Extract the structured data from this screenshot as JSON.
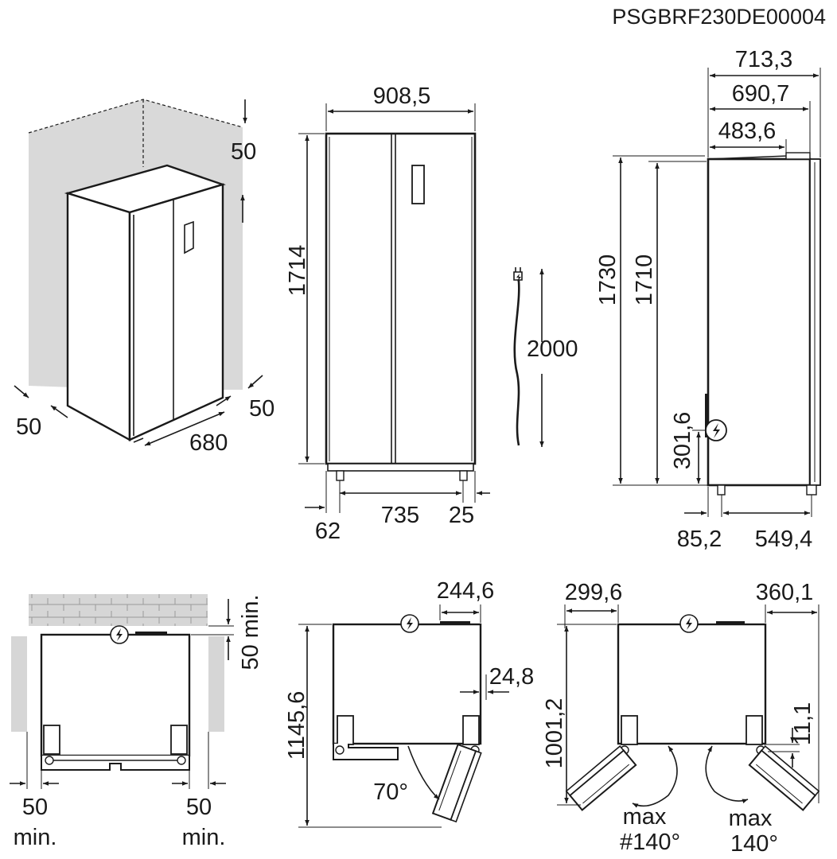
{
  "document_code": "PSGBRF230DE00004",
  "perspective_view": {
    "top_clearance": "50",
    "left_clearance": "50",
    "right_clearance": "50",
    "depth": "680"
  },
  "front_view": {
    "width": "908,5",
    "height": "1714",
    "left_offset": "62",
    "feet_spacing": "735",
    "right_offset": "25"
  },
  "cable": {
    "length": "2000"
  },
  "side_view": {
    "depth_total": "713,3",
    "depth_handle": "690,7",
    "depth_body": "483,6",
    "height_total": "1730",
    "height_body": "1710",
    "socket_height": "301,6",
    "foot_offset": "85,2",
    "foot_span": "549,4"
  },
  "top_clearance_view": {
    "rear_gap": "50 min.",
    "left_gap_value": "50",
    "left_gap_unit": "min.",
    "right_gap_value": "50",
    "right_gap_unit": "min."
  },
  "door_70_view": {
    "rear_extension": "244,6",
    "side_protrusion": "24,8",
    "total_depth": "1145,6",
    "angle": "70°"
  },
  "door_140_view": {
    "left_overhang": "299,6",
    "right_overhang": "360,1",
    "total_depth": "1001,2",
    "hinge_offset": "11,1",
    "left_angle_max": "max",
    "left_angle_value": "#140°",
    "right_angle_max": "max",
    "right_angle_value": "140°"
  }
}
